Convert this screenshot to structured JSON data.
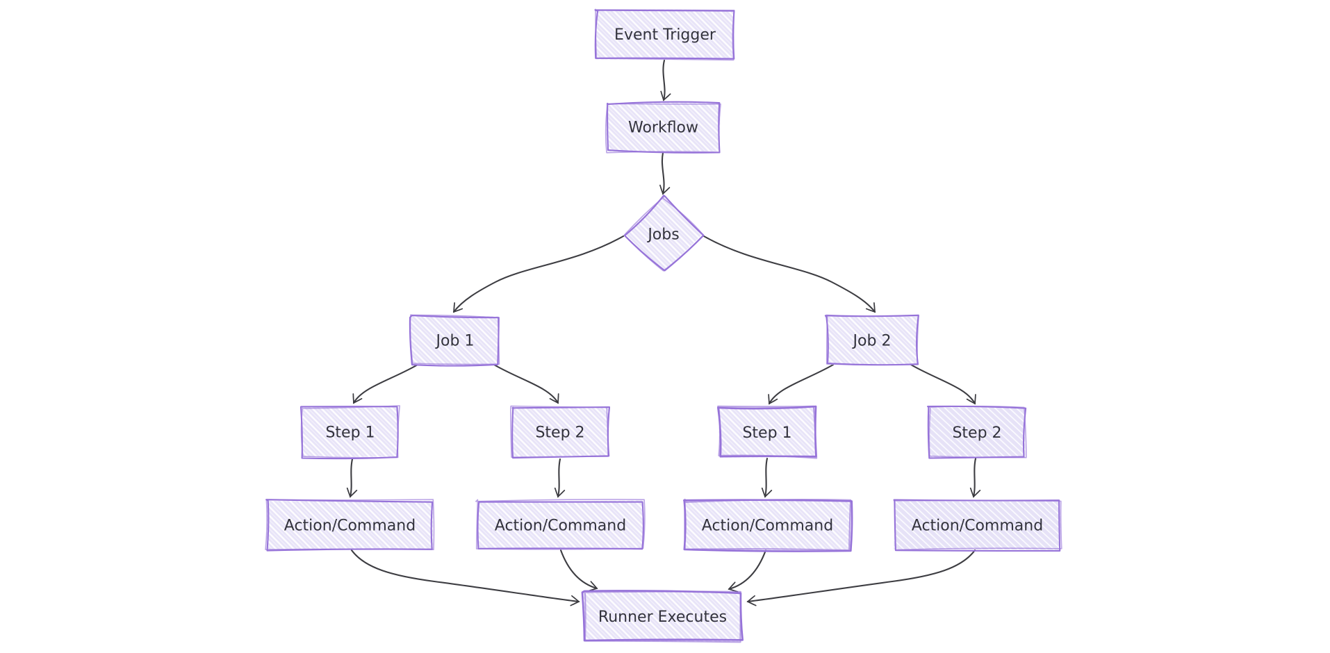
{
  "diagram": {
    "type": "flowchart",
    "direction": "top-down",
    "nodes": [
      {
        "id": "event-trigger",
        "label": "Event Trigger",
        "shape": "rectangle"
      },
      {
        "id": "workflow",
        "label": "Workflow",
        "shape": "rectangle"
      },
      {
        "id": "jobs",
        "label": "Jobs",
        "shape": "diamond"
      },
      {
        "id": "job-1",
        "label": "Job 1",
        "shape": "rectangle"
      },
      {
        "id": "job-2",
        "label": "Job 2",
        "shape": "rectangle"
      },
      {
        "id": "job1-step-1",
        "label": "Step 1",
        "shape": "rectangle"
      },
      {
        "id": "job1-step-2",
        "label": "Step 2",
        "shape": "rectangle"
      },
      {
        "id": "job2-step-1",
        "label": "Step 1",
        "shape": "rectangle"
      },
      {
        "id": "job2-step-2",
        "label": "Step 2",
        "shape": "rectangle"
      },
      {
        "id": "job1-step1-action",
        "label": "Action/Command",
        "shape": "rectangle"
      },
      {
        "id": "job1-step2-action",
        "label": "Action/Command",
        "shape": "rectangle"
      },
      {
        "id": "job2-step1-action",
        "label": "Action/Command",
        "shape": "rectangle"
      },
      {
        "id": "job2-step2-action",
        "label": "Action/Command",
        "shape": "rectangle"
      },
      {
        "id": "runner",
        "label": "Runner Executes",
        "shape": "rectangle"
      }
    ],
    "edges": [
      {
        "from": "event-trigger",
        "to": "workflow"
      },
      {
        "from": "workflow",
        "to": "jobs"
      },
      {
        "from": "jobs",
        "to": "job-1"
      },
      {
        "from": "jobs",
        "to": "job-2"
      },
      {
        "from": "job-1",
        "to": "job1-step-1"
      },
      {
        "from": "job-1",
        "to": "job1-step-2"
      },
      {
        "from": "job-2",
        "to": "job2-step-1"
      },
      {
        "from": "job-2",
        "to": "job2-step-2"
      },
      {
        "from": "job1-step-1",
        "to": "job1-step1-action"
      },
      {
        "from": "job1-step-2",
        "to": "job1-step2-action"
      },
      {
        "from": "job2-step-1",
        "to": "job2-step1-action"
      },
      {
        "from": "job2-step-2",
        "to": "job2-step2-action"
      },
      {
        "from": "job1-step1-action",
        "to": "runner"
      },
      {
        "from": "job1-step2-action",
        "to": "runner"
      },
      {
        "from": "job2-step1-action",
        "to": "runner"
      },
      {
        "from": "job2-step2-action",
        "to": "runner"
      }
    ],
    "colors": {
      "background": "#ffffff",
      "node_fill": "#e8e4f8",
      "node_hatch": "#ffffff",
      "node_border": "#9673d9",
      "edge_line": "#3d3d42",
      "label_text": "#32323c"
    },
    "style": "hand-drawn-sketch"
  }
}
